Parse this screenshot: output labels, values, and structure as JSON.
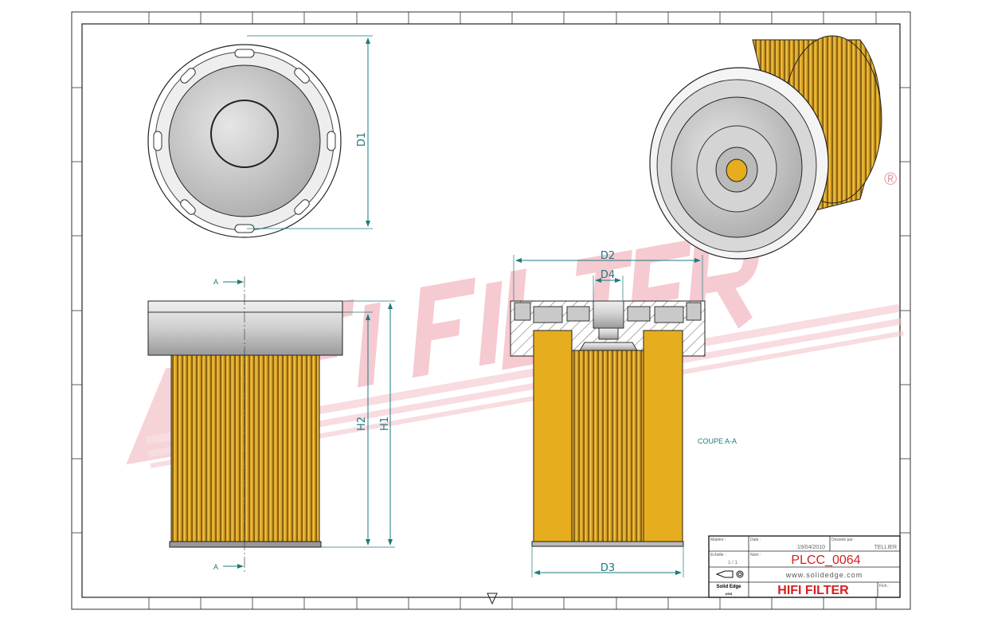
{
  "watermark": {
    "text": "HIFI FILTER",
    "mark": "®",
    "color": "#e8a0a8"
  },
  "views": {
    "top": {
      "dimension": "D1"
    },
    "front": {
      "dimensions": [
        "H2",
        "H1"
      ],
      "section_mark_top": "A",
      "section_mark_bottom": "A"
    },
    "section": {
      "dimensions": {
        "outer": "D2",
        "bore": "D4",
        "bottom": "D3"
      },
      "label": "COUPE A-A"
    }
  },
  "title_block": {
    "matiere_label": "Matière :",
    "date_label": "Date :",
    "date": "19/04/2010",
    "dessine_label": "Dessiné par :",
    "author": "TELLIER",
    "echelle_label": "Echelle :",
    "scale": "1 / 1",
    "nom_label": "Nom :",
    "name": "PLCC_0064",
    "website": "www.solidedge.com",
    "software": "Solid Edge",
    "software_sub": "UGS",
    "company": "HIFI FILTER",
    "file_label": "Fich. :"
  },
  "colors": {
    "dimension": "#1d7a80",
    "filter_media": "#e6ad1e",
    "title_red": "#d42020"
  }
}
